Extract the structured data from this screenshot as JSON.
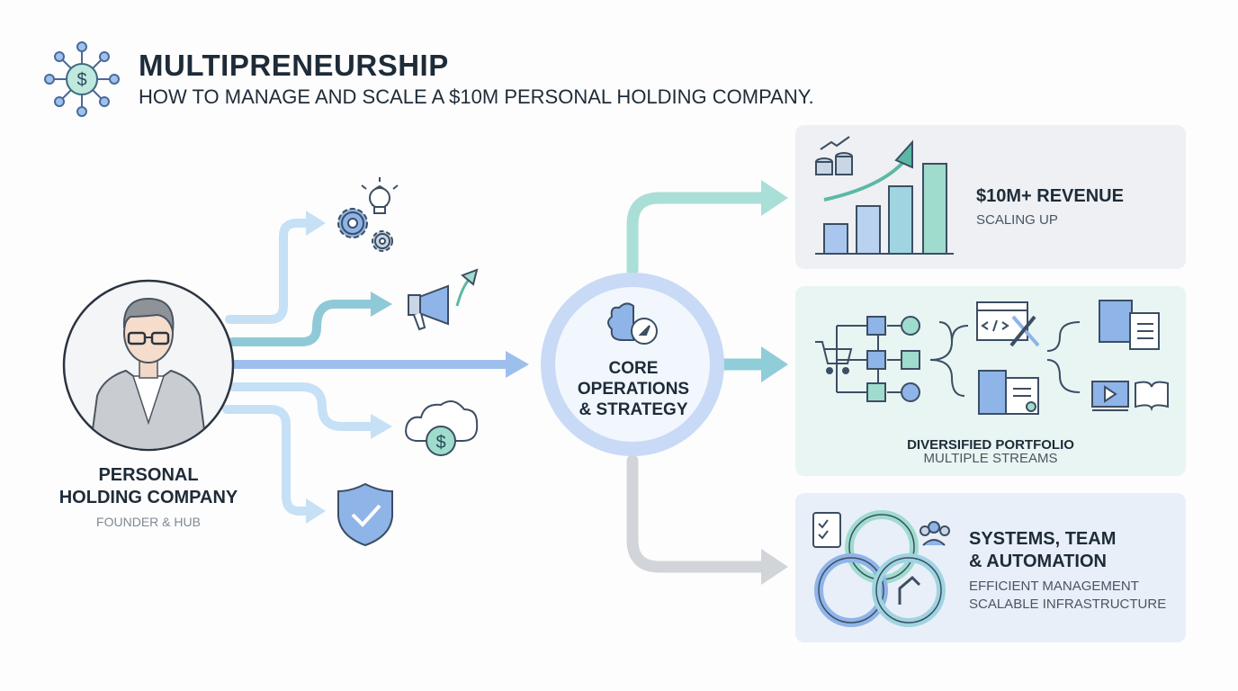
{
  "header": {
    "title": "MULTIPRENEURSHIP",
    "subtitle": "HOW TO MANAGE AND SCALE A $10M PERSONAL HOLDING COMPANY."
  },
  "hub": {
    "title_line1": "PERSONAL",
    "title_line2": "HOLDING COMPANY",
    "subtitle": "FOUNDER & HUB"
  },
  "core": {
    "line1": "CORE",
    "line2": "OPERATIONS",
    "line3": "& STRATEGY"
  },
  "outcomes": {
    "revenue": {
      "title": "$10M+ REVENUE",
      "subtitle": "SCALING UP"
    },
    "portfolio": {
      "title": "DIVERSIFIED PORTFOLIO",
      "subtitle": "MULTIPLE STREAMS"
    },
    "systems": {
      "title_line1": "SYSTEMS, TEAM",
      "title_line2": "& AUTOMATION",
      "subtitle_line1": "EFFICIENT MANAGEMENT",
      "subtitle_line2": "SCALABLE INFRASTRUCTURE"
    }
  },
  "icons": {
    "logo": "network-dollar-icon",
    "founder": "founder-avatar-icon",
    "innovation": "gears-lightbulb-icon",
    "marketing": "megaphone-growth-icon",
    "cloud_finance": "cloud-dollar-icon",
    "security": "shield-check-icon",
    "strategy": "brain-compass-icon",
    "growth_chart": "bar-chart-growth-icon",
    "portfolio_tree": "portfolio-tree-icon",
    "systems_rings": "interlocking-rings-icon"
  },
  "colors": {
    "light_blue": "#a9cff0",
    "teal": "#8fd3c7",
    "blue": "#8fb4e8",
    "gray": "#c9ced4",
    "dark": "#1e2b38"
  }
}
